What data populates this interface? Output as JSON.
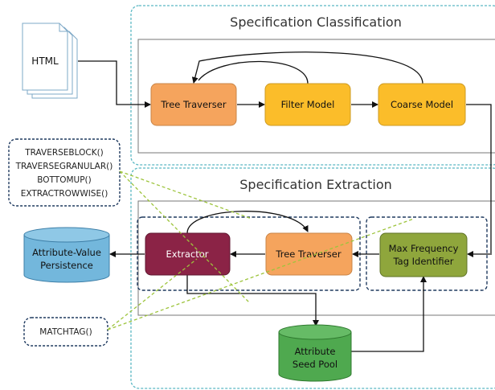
{
  "sections": {
    "classification_title": "Specification Classification",
    "extraction_title": "Specification Extraction"
  },
  "input": {
    "label": "HTML"
  },
  "nodes": {
    "tree_traverser_1": "Tree Traverser",
    "filter_model": "Filter Model",
    "coarse_model": "Coarse Model",
    "extractor": "Extractor",
    "tree_traverser_2": "Tree Traverser",
    "max_frequency_line1": "Max Frequency",
    "max_frequency_line2": "Tag Identifier"
  },
  "databases": {
    "persistence_line1": "Attribute-Value",
    "persistence_line2": "Persistence",
    "seed_pool_line1": "Attribute",
    "seed_pool_line2": "Seed Pool"
  },
  "functions": {
    "traverse_list": [
      "TRAVERSEBLOCK()",
      "TRAVERSEGRANULAR()",
      "BOTTOMUP()",
      "EXTRACTROWWISE()"
    ],
    "matchtag": "MATCHTAG()"
  },
  "colors": {
    "orange": "#f5a45d",
    "yellow": "#fbbd2a",
    "maroon": "#8b2346",
    "olive": "#8fa63c",
    "blue_db": "#73b7dc",
    "green_db": "#4fa94f",
    "teal_dash": "#5bb8c4",
    "navy_dash": "#1f3a5f",
    "callout_line": "#9dc43c"
  }
}
